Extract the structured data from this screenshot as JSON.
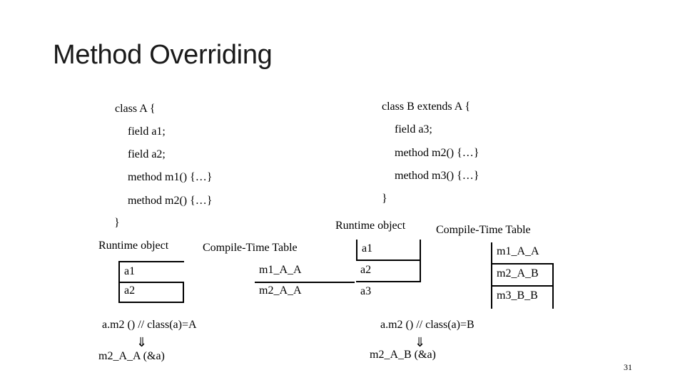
{
  "slide": {
    "title": "Method Overriding",
    "page_number": "31"
  },
  "class_a": {
    "header": "class A {",
    "lines": [
      "field a1;",
      "field a2;",
      "method m1() {…}",
      "method m2() {…}"
    ],
    "close": "}"
  },
  "class_b": {
    "header": "class B extends A {",
    "lines": [
      "field a3;",
      "method m2() {…}",
      "method m3() {…}"
    ],
    "close": "}"
  },
  "left_tables": {
    "runtime_label": "Runtime object",
    "compile_label": "Compile-Time Table",
    "runtime_cells": [
      "a1",
      "a2"
    ],
    "compile_cells": [
      "m1_A_A",
      "m2_A_A"
    ],
    "call": "a.m2 () // class(a)=A",
    "arrow": "⇓",
    "result": "m2_A_A (&a)"
  },
  "right_tables": {
    "runtime_label": "Runtime object",
    "compile_label": "Compile-Time Table",
    "runtime_cells": [
      "a1",
      "a2",
      "a3"
    ],
    "compile_cells": [
      "m1_A_A",
      "m2_A_B",
      "m3_B_B"
    ],
    "call": "a.m2 () // class(a)=B",
    "arrow": "⇓",
    "result": "m2_A_B (&a)"
  }
}
